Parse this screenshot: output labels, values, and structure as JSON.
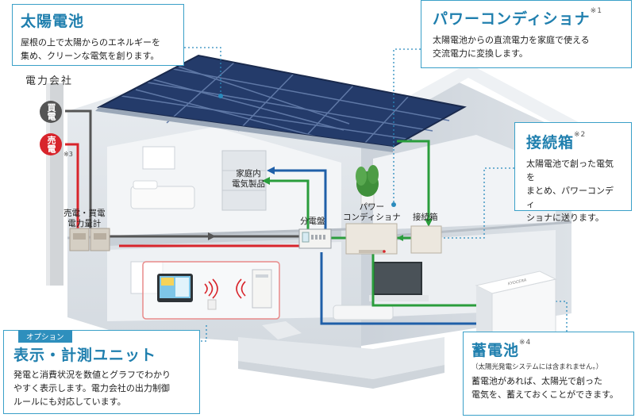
{
  "solar": {
    "title": "太陽電池",
    "line1": "屋根の上で太陽からのエネルギーを",
    "line2": "集め、クリーンな電気を創ります。"
  },
  "pcs": {
    "title": "パワーコンディショナ",
    "note": "※1",
    "line1": "太陽電池からの直流電力を家庭で使える",
    "line2": "交流電力に変換します。"
  },
  "junction": {
    "title": "接続箱",
    "note": "※2",
    "line1": "太陽電池で創った電気を",
    "line2": "まとめ、パワーコンディ",
    "line3": "ショナに送ります。"
  },
  "display": {
    "option": "オプション",
    "title": "表示・計測ユニット",
    "line1": "発電と消費状況を数値とグラフでわかり",
    "line2": "やすく表示します。電力会社の出力制御",
    "line3": "ルールにも対応しています。"
  },
  "battery": {
    "title": "蓄電池",
    "note": "※4",
    "sub": "（太陽光発電システムには含まれません。）",
    "line1": "蓄電池があれば、太陽光で創った",
    "line2": "電気を、蓄えておくことができます。",
    "brand": "KYOCERA"
  },
  "utility": {
    "label": "電力会社",
    "buy": "買電",
    "sell": "売電",
    "note": "※3"
  },
  "labels": {
    "meter1": "売電・買電",
    "meter2": "電力量計",
    "appliance1": "家庭内",
    "appliance2": "電気製品",
    "panel": "分電盤",
    "pcs1": "パワー",
    "pcs2": "コンディショナ",
    "jbox": "接続箱"
  },
  "colors": {
    "accent": "#1f7fae",
    "border": "#3aa0c8",
    "green": "#2a9d3c",
    "blue": "#1f5fa8",
    "red": "#d8252c",
    "gray": "#555555"
  }
}
